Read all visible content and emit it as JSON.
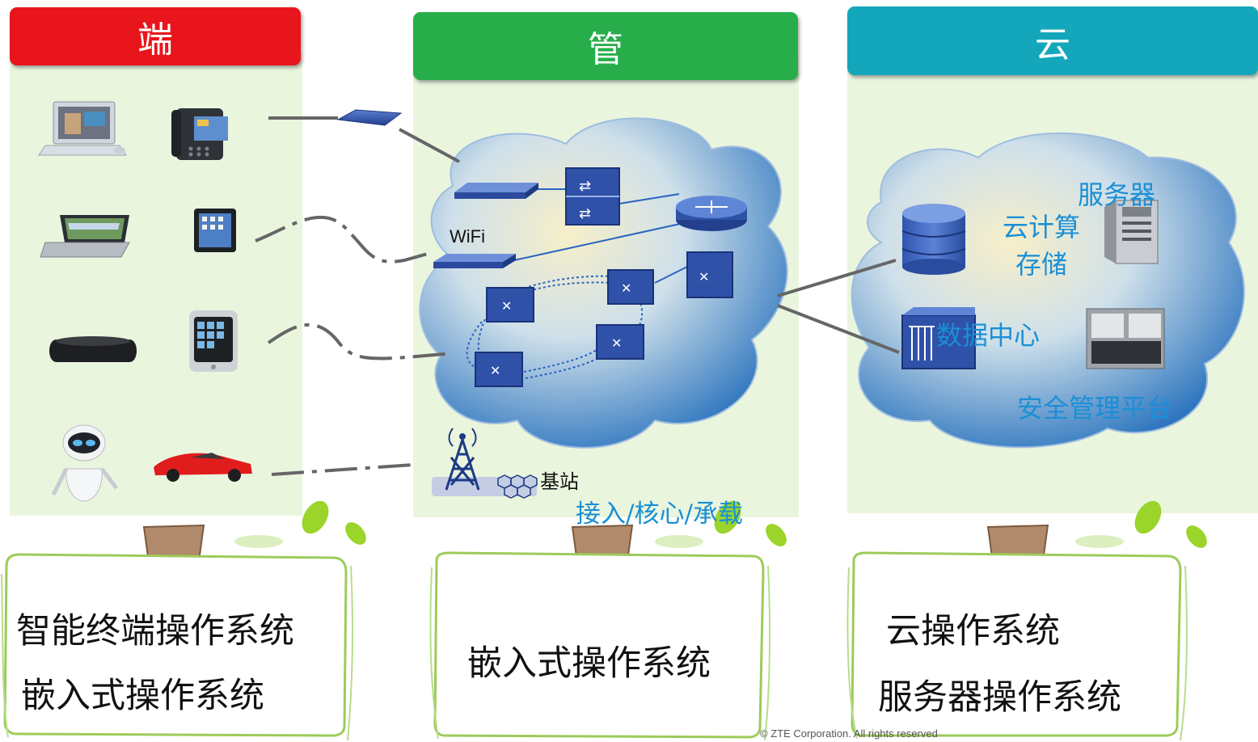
{
  "headers": {
    "terminal": "端",
    "pipe": "管",
    "cloud": "云"
  },
  "colors": {
    "terminal": "#e8161c",
    "pipe": "#27ae4b",
    "cloud": "#14a7bb",
    "panel_bg": "#eaf5de",
    "label_blue": "#1a8fd6"
  },
  "pipe": {
    "wifi": "WiFi",
    "base_station": "基站",
    "layers": "接入/核心/承载"
  },
  "cloud": {
    "server": "服务器",
    "compute_line1": "云计算",
    "compute_line2": "存储",
    "datacenter": "数据中心",
    "security": "安全管理平台"
  },
  "boxes": {
    "terminal": [
      "智能终端操作系统",
      "嵌入式操作系统"
    ],
    "pipe": [
      "嵌入式操作系统"
    ],
    "cloud": [
      "云操作系统",
      "服务器操作系统"
    ]
  },
  "footer": "© ZTE Corporation. All rights reserved",
  "icons": [
    "desktop-pc-icon",
    "ip-phone-icon",
    "laptop-icon",
    "tablet-icon",
    "set-top-box-icon",
    "smartphone-icon",
    "robot-icon",
    "sports-car-icon",
    "access-point-icon",
    "switch-icon",
    "router-icon",
    "cell-tower-icon",
    "database-icon",
    "server-icon",
    "datacenter-icon",
    "server-rack-icon",
    "signpost-icon",
    "leaf-icon"
  ]
}
